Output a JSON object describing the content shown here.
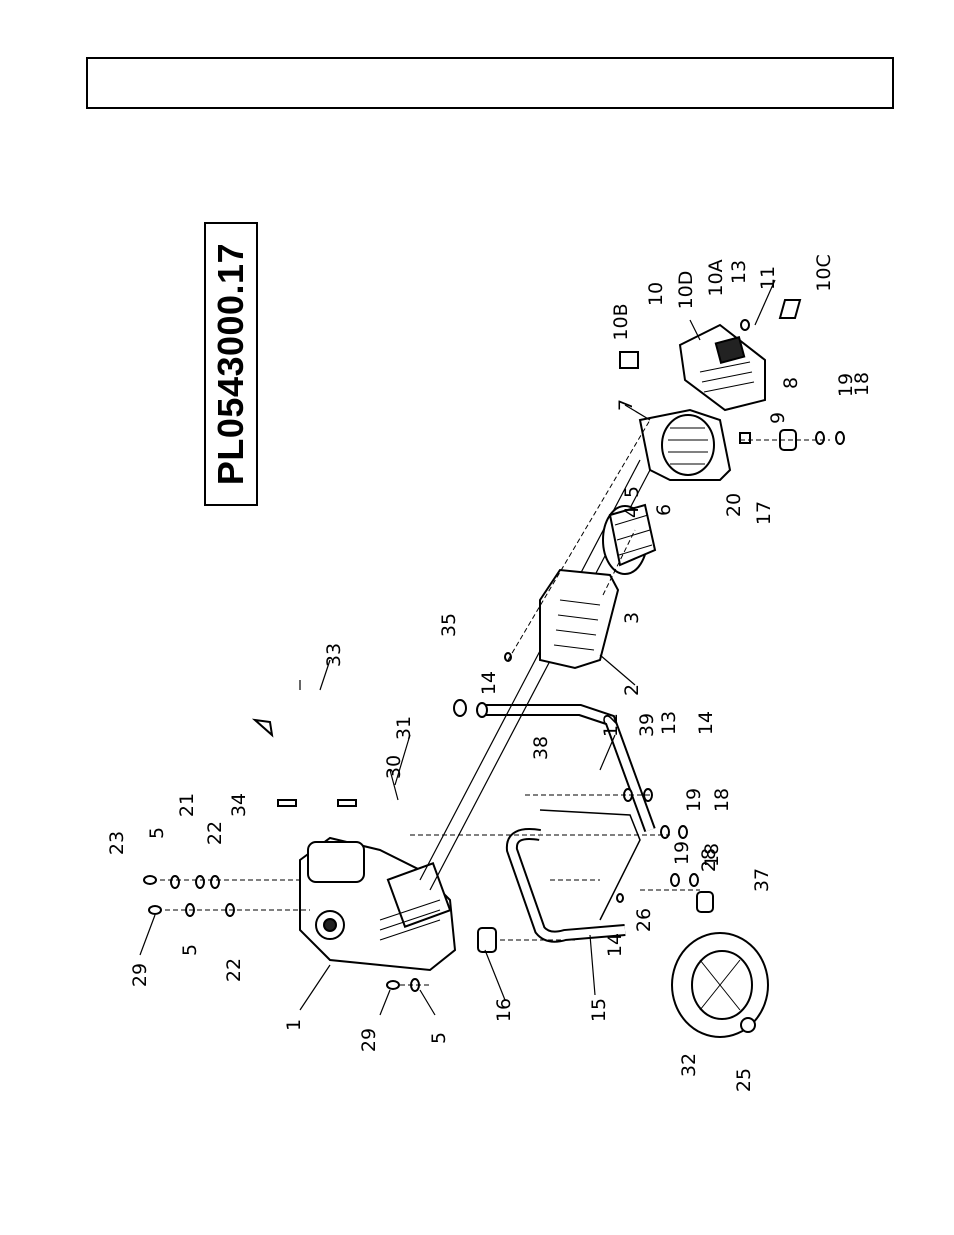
{
  "header": {
    "title": ""
  },
  "diagram": {
    "part_number": "PL0543000.17",
    "callouts": {
      "c1": "1",
      "c2": "2",
      "c3": "3",
      "c4": "4",
      "c5a": "5",
      "c5b": "5",
      "c5c": "5",
      "c5d": "5",
      "c6": "6",
      "c7": "7",
      "c8": "8",
      "c9": "9",
      "c10": "10",
      "c10A": "10A",
      "c10B": "10B",
      "c10C": "10C",
      "c10D": "10D",
      "c11": "11",
      "c12": "12",
      "c13a": "13",
      "c13b": "13",
      "c14a": "14",
      "c14b": "14",
      "c14c": "14",
      "c15": "15",
      "c16": "16",
      "c17": "17",
      "c18a": "18",
      "c18b": "18",
      "c18c": "18",
      "c19a": "19",
      "c19b": "19",
      "c19c": "19",
      "c20": "20",
      "c21": "21",
      "c22a": "22",
      "c22b": "22",
      "c23": "23",
      "c25": "25",
      "c26": "26",
      "c28": "28",
      "c29a": "29",
      "c29b": "29",
      "c30": "30",
      "c31": "31",
      "c32": "32",
      "c33": "33",
      "c34": "34",
      "c35": "35",
      "c37": "37",
      "c38": "38",
      "c39": "39"
    }
  }
}
